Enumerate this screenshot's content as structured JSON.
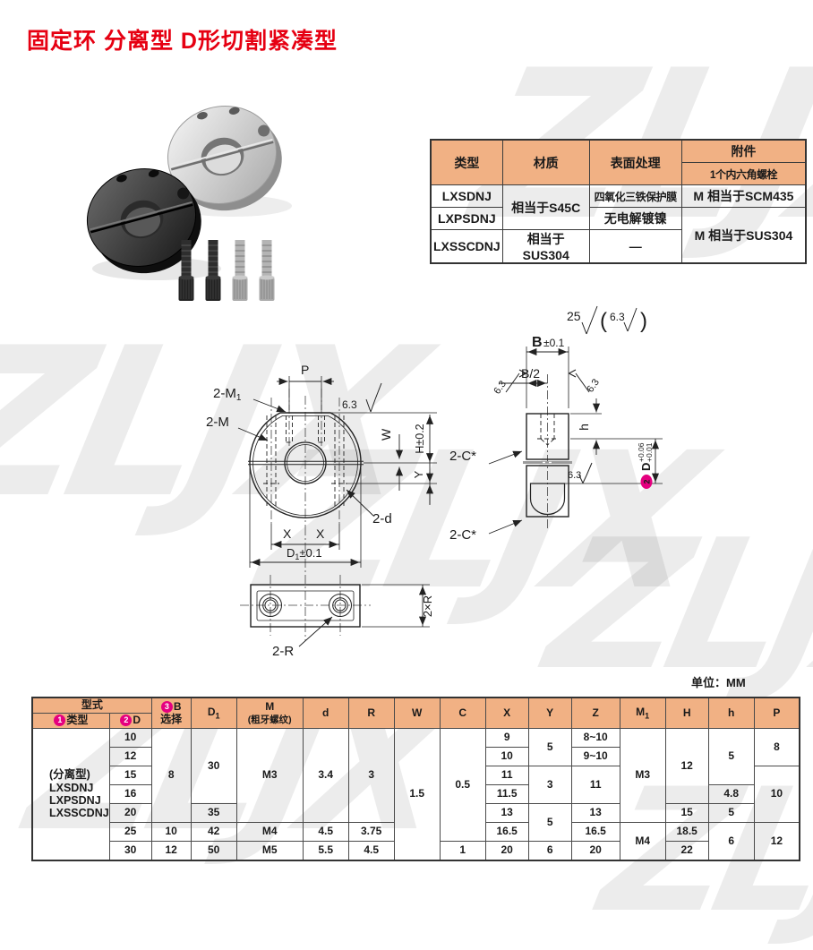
{
  "title": "固定环 分离型 D形切割紧凑型",
  "unit_note": "单位：MM",
  "watermark": "ZLJX",
  "colors": {
    "accent_red": "#e60012",
    "table_header": "#f1b184",
    "magenta": "#e5007f",
    "cyan": "#00a0e9",
    "line": "#222222"
  },
  "spec_table": {
    "col_type": "类型",
    "col_material": "材质",
    "col_surface": "表面处理",
    "col_accessory": "附件",
    "accessory_sub": "1个内六角螺栓",
    "type_1": "LXSDNJ",
    "type_2": "LXPSDNJ",
    "type_3": "LXSSCDNJ",
    "material_s45c": "相当于S45C",
    "material_sus304": "相当于SUS304",
    "surface_film": "四氧化三铁保护膜",
    "surface_nickel": "无电解镀镍",
    "surface_none": "—",
    "acc_scm435": "M 相当于SCM435",
    "acc_sus304": "M 相当于SUS304"
  },
  "front_view": {
    "p": "P",
    "m1_prefix": "2-M",
    "m1_sub": "1",
    "m": "2-M",
    "finish": "6.3",
    "w": "W",
    "h_dim": "H±0.2",
    "y": "Y",
    "d": "2-d",
    "x_left": "X",
    "x_right": "X",
    "d1_prefix": "D",
    "d1_sub": "1",
    "d1_tol": "±0.1",
    "r_leader": "2-R",
    "r_dim": "2×R"
  },
  "side_view": {
    "finish_25": "25",
    "paren_open": "(",
    "finish_63": "6.3",
    "paren_close": ")",
    "b": "B",
    "b_tol": "±0.1",
    "b_half": "B/2",
    "finish_left": "6.3",
    "finish_right": "6.3",
    "h": "h",
    "c_upper": "2-C*",
    "c_lower": "2-C*",
    "finish_mid": "6.3",
    "badge_num": "2",
    "badge_d": "D",
    "tol_upper": "+0.06",
    "tol_lower": "+0.01"
  },
  "dim_table": {
    "headers": {
      "xingshi": "型式",
      "leixing": "类型",
      "leixing_num": "1",
      "d_col": "D",
      "d_num": "2",
      "b_num": "3",
      "b_label": "B",
      "b_sub": "选择",
      "d1_main": "D",
      "d1_sub": "1",
      "m_main": "M",
      "m_sub": "(粗牙螺纹)",
      "d": "d",
      "r": "R",
      "w": "W",
      "c": "C",
      "x": "X",
      "y": "Y",
      "z": "Z",
      "m1_main": "M",
      "m1_sub": "1",
      "h_cap": "H",
      "h_low": "h",
      "p": "P"
    },
    "type_cell": "(分离型)\nLXSDNJ\nLXPSDNJ\nLXSSCDNJ",
    "D": [
      "10",
      "12",
      "15",
      "16",
      "20",
      "25",
      "30"
    ],
    "B": [
      "8",
      "10",
      "12"
    ],
    "D1": [
      "30",
      "35",
      "42",
      "50"
    ],
    "M": [
      "M3",
      "M4",
      "M5"
    ],
    "d": [
      "3.4",
      "4.5",
      "5.5"
    ],
    "R": [
      "3",
      "3.75",
      "4.5"
    ],
    "W": [
      "1.5"
    ],
    "C": [
      "0.5",
      "1"
    ],
    "X": [
      "9",
      "10",
      "11",
      "11.5",
      "13",
      "16.5",
      "20"
    ],
    "Y": [
      "5",
      "3",
      "5",
      "6"
    ],
    "Z": [
      "8~10",
      "9~10",
      "11",
      "13",
      "16.5",
      "20"
    ],
    "M1": [
      "M3",
      "M4"
    ],
    "H": [
      "12",
      "15",
      "18.5",
      "22"
    ],
    "h": [
      "5",
      "4.8",
      "5",
      "6"
    ],
    "P": [
      "8",
      "10",
      "12"
    ]
  }
}
